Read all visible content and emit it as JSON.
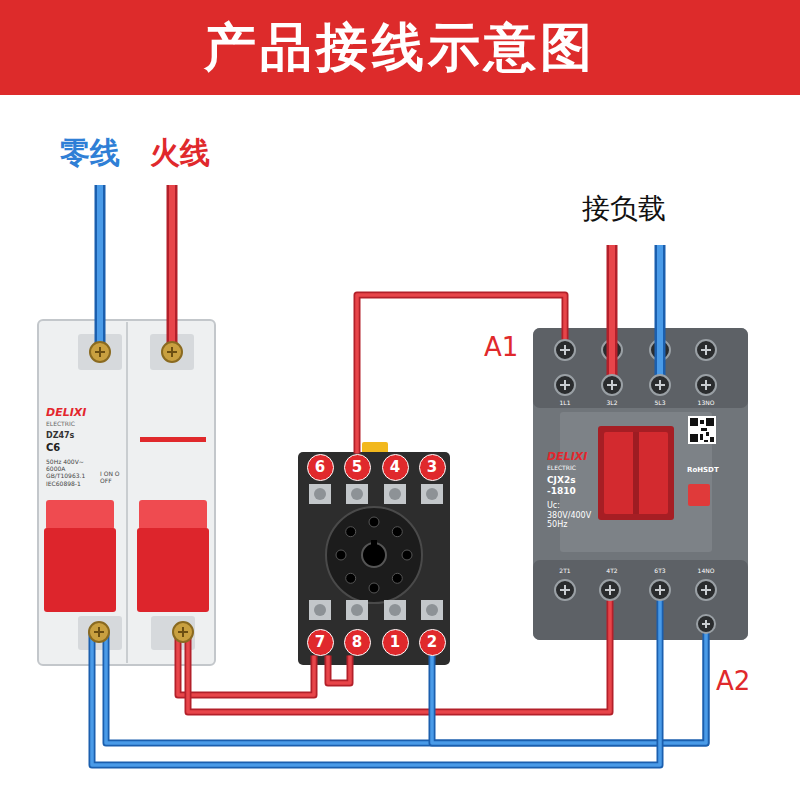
{
  "diagram": {
    "title": "产品接线示意图",
    "nodes": [
      {
        "text": [
          "DELIXI",
          "ELECTRIC",
          "DZ47s",
          "C6",
          "50Hz 400V~ 6000A GB/T10963.1 IEC60898-1",
          "I ON O OFF"
        ]
      },
      {
        "text": [
          "6"
        ]
      },
      {
        "text": [
          "5"
        ]
      },
      {
        "text": [
          "4"
        ]
      },
      {
        "text": [
          "3"
        ]
      },
      {
        "text": [
          "7"
        ]
      },
      {
        "text": [
          "8"
        ]
      },
      {
        "text": [
          "1"
        ]
      },
      {
        "text": [
          "2"
        ]
      },
      {
        "text": [
          "DELIXI",
          "ELECTRIC",
          "CJX2s -1810",
          "Uc: 380V/400V 50Hz",
          "RoHSDT"
        ]
      }
    ],
    "edges": [
      {
        "from": 0,
        "to": 5,
        "arrow": "none"
      },
      {
        "from": 5,
        "to": 6,
        "arrow": "none"
      },
      {
        "from": 2,
        "to": 9,
        "arrow": "none"
      },
      {
        "from": 0,
        "to": 9,
        "arrow": "none"
      },
      {
        "from": 0,
        "to": 9,
        "arrow": "none"
      },
      {
        "from": 8,
        "to": 9,
        "arrow": "none"
      },
      {
        "from": 9,
        "to": 0,
        "arrow": "none"
      }
    ],
    "labels": [
      "零线",
      "火线",
      "接负载",
      "A1",
      "1L1",
      "3L2",
      "5L3",
      "13NO",
      "2T1",
      "4T2",
      "6T3",
      "14NO",
      "A2"
    ]
  }
}
